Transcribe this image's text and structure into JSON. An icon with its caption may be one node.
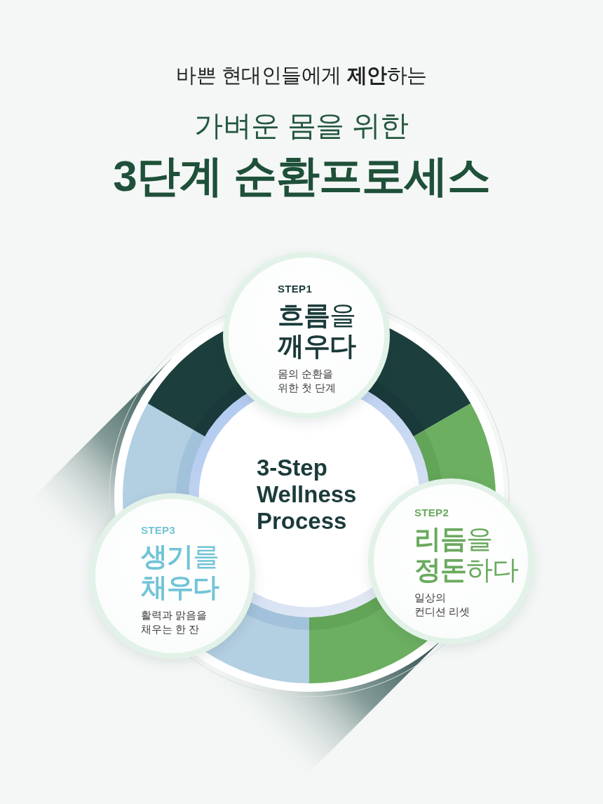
{
  "diagram": {
    "title": "3단계 순환프로세스",
    "nodes": [
      {
        "text": [
          "STEP1",
          "**흐름**을 **깨우다**",
          "몸의 순환을 위한 첫 단계"
        ]
      },
      {
        "text": [
          "3-Step Wellness Process"
        ]
      },
      {
        "text": [
          "STEP2",
          "**리듬**을 **정돈**하다",
          "일상의 컨디션 리셋"
        ]
      },
      {
        "text": [
          "STEP3",
          "**생기**를 **채우다**",
          "활력과 맑음을 채우는 한 잔"
        ]
      }
    ],
    "labels": [
      "바쁜 현대인들에게 **제안**하는",
      "가벼운 몸을 위한"
    ]
  }
}
